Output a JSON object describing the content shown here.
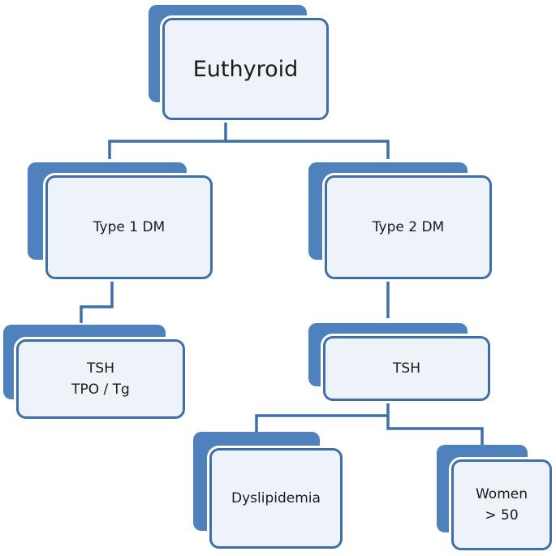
{
  "diagram": {
    "nodes": {
      "euthyroid": {
        "lines": [
          "Euthyroid"
        ]
      },
      "type1": {
        "lines": [
          "Type 1 DM"
        ]
      },
      "type2": {
        "lines": [
          "Type 2 DM"
        ]
      },
      "tsh_left": {
        "lines": [
          "TSH",
          "TPO / Tg"
        ]
      },
      "tsh_right": {
        "lines": [
          "TSH"
        ]
      },
      "dyslipidemia": {
        "lines": [
          "Dyslipidemia"
        ]
      },
      "women": {
        "lines": [
          "Women",
          "> 50"
        ]
      }
    },
    "edges": [
      {
        "from": "euthyroid",
        "to": "type1"
      },
      {
        "from": "euthyroid",
        "to": "type2"
      },
      {
        "from": "type1",
        "to": "tsh_left"
      },
      {
        "from": "type2",
        "to": "tsh_right"
      },
      {
        "from": "tsh_right",
        "to": "dyslipidemia"
      },
      {
        "from": "tsh_right",
        "to": "women"
      }
    ],
    "colors": {
      "shadow_fill": "#4f81bd",
      "box_fill": "#eef3f9",
      "box_border": "#3f6fa8",
      "connector": "#3f6fa8",
      "text": "#1a1a1a"
    }
  }
}
